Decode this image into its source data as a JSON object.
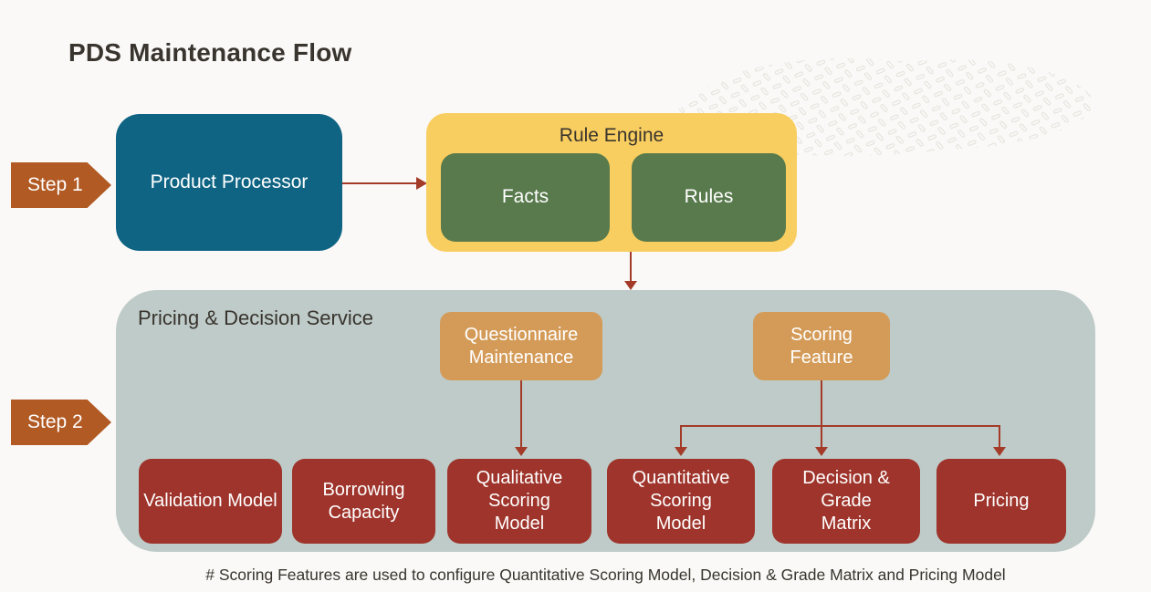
{
  "page": {
    "title": "PDS Maintenance Flow",
    "footnote": "# Scoring Features are used to configure Quantitative Scoring Model, Decision & Grade Matrix and Pricing Model"
  },
  "steps": {
    "step1": "Step 1",
    "step2": "Step 2"
  },
  "flow": {
    "product_processor": "Product Processor",
    "rule_engine": {
      "title": "Rule Engine",
      "facts": "Facts",
      "rules": "Rules"
    },
    "pds": {
      "title": "Pricing & Decision Service",
      "questionnaire_maintenance": "Questionnaire Maintenance",
      "scoring_feature": "Scoring Feature",
      "models": [
        "Validation Model",
        "Borrowing Capacity",
        "Qualitative Scoring Model",
        "Quantitative Scoring Model",
        "Decision & Grade Matrix",
        "Pricing"
      ]
    }
  },
  "colors": {
    "bg": "#faf9f7",
    "ink": "#39342e",
    "chevron": "#b15a24",
    "blue": "#0f6483",
    "yellow": "#f9ce60",
    "green": "#587a4c",
    "panel": "#becbc8",
    "tan": "#d49b58",
    "redbox": "#9e342b",
    "arrow": "#a33b28"
  }
}
